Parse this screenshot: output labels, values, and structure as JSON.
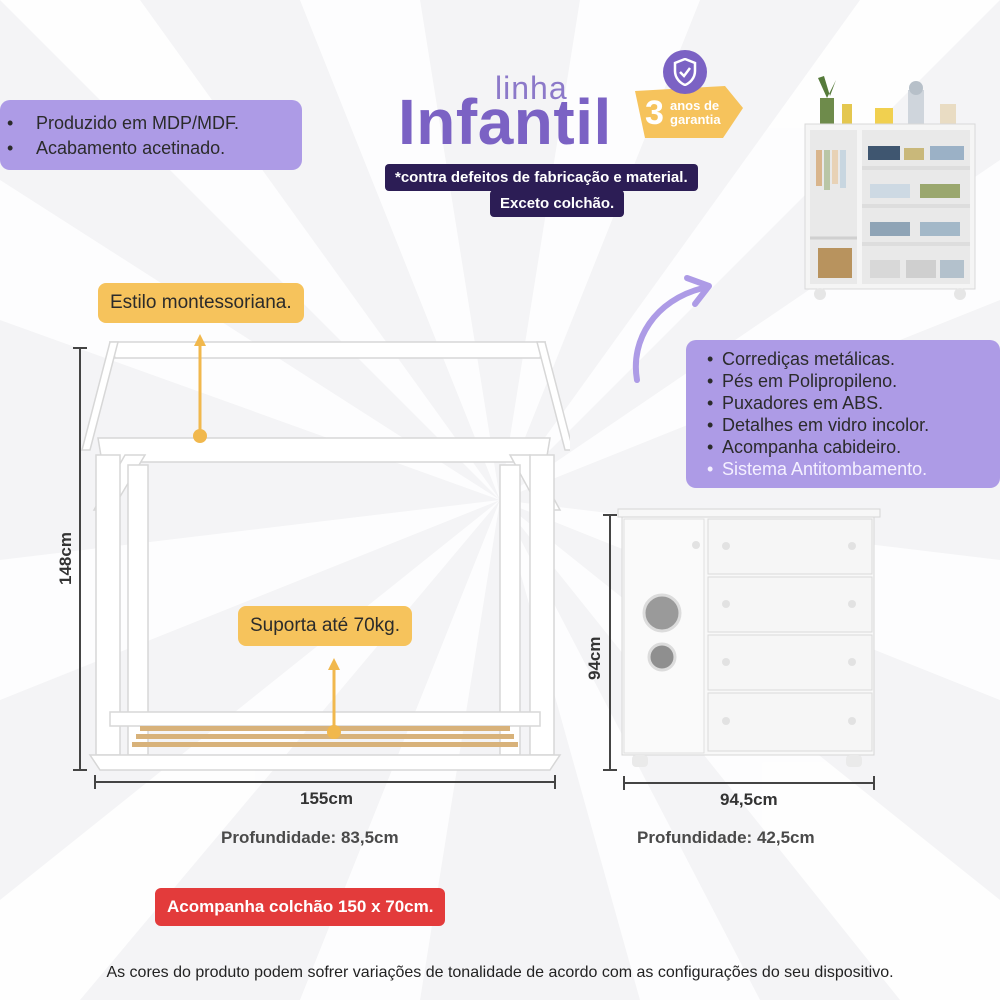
{
  "brand": {
    "line_word": "linha",
    "title": "Infantil",
    "badge_line1": "3",
    "badge_line2": "anos de",
    "badge_line3": "garantia",
    "warranty_note_1": "*contra defeitos de fabricação e material.",
    "warranty_note_2": "Exceto colchão."
  },
  "left_features": [
    "Produzido em MDP/MDF.",
    "Acabamento acetinado."
  ],
  "right_features": [
    "Corrediças metálicas.",
    "Pés em Polipropileno.",
    "Puxadores em ABS.",
    "Detalhes em vidro incolor.",
    "Acompanha cabideiro.",
    "Sistema Antitombamento."
  ],
  "bed": {
    "style_label": "Estilo montessoriana.",
    "support_label": "Suporta até 70kg.",
    "height": "148cm",
    "width": "155cm",
    "depth": "Profundidade: 83,5cm",
    "mattress_note": "Acompanha colchão 150 x 70cm."
  },
  "dresser": {
    "height": "94cm",
    "width": "94,5cm",
    "depth": "Profundidade: 42,5cm"
  },
  "footer": "As cores do produto podem sofrer variações de tonalidade de acordo com as configurações do seu dispositivo.",
  "colors": {
    "purple_box": "#ad9be6",
    "brand_purple": "#7b62c4",
    "yellow": "#f6c35c",
    "dark_navy": "#2c1d55",
    "red": "#e33b3b"
  },
  "icons": [
    "shield-check-icon",
    "curved-arrow-icon"
  ]
}
